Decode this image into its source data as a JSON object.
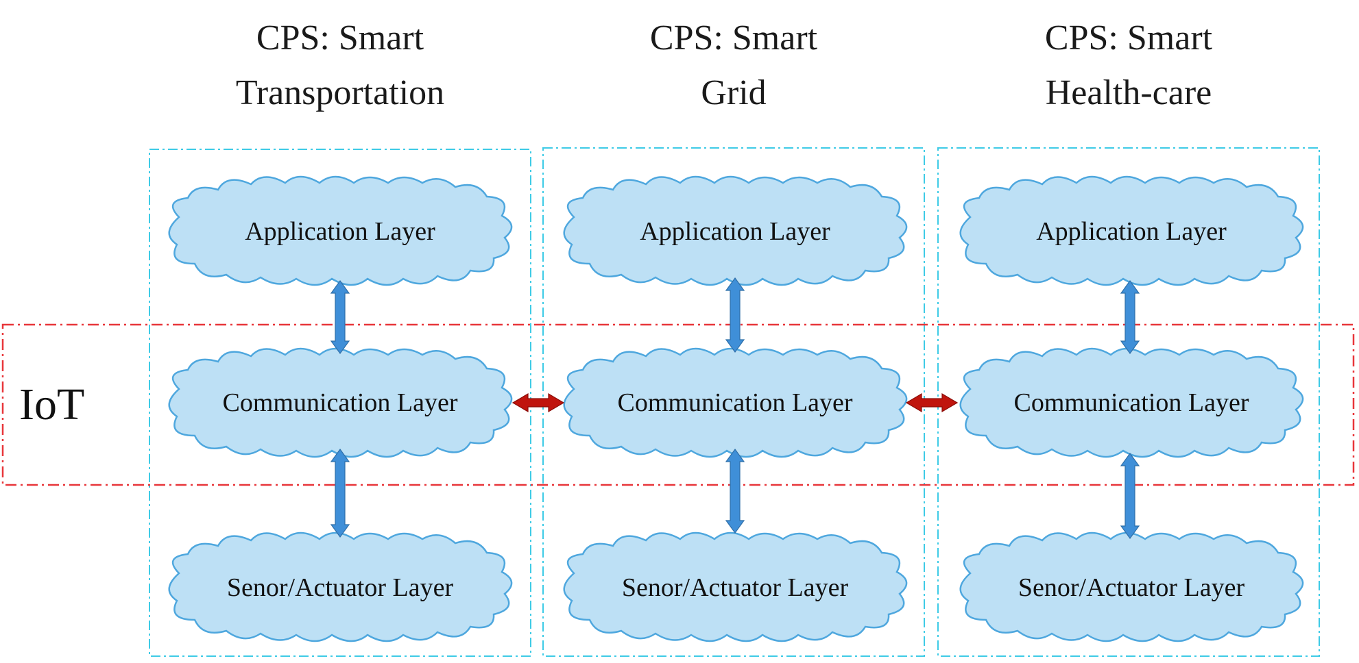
{
  "iot_label": "IoT",
  "colors": {
    "cloud_fill": "#bde0f5",
    "cloud_stroke": "#4ea7de",
    "column_frame": "#3ecbe6",
    "iot_frame": "#e8363a",
    "vertical_arrow": "#3f8fd8",
    "horizontal_arrow": "#c0150e"
  },
  "columns": [
    {
      "title_line1": "CPS: Smart",
      "title_line2": "Transportation",
      "layers": {
        "application": "Application Layer",
        "communication": "Communication Layer",
        "sensor": "Senor/Actuator Layer"
      }
    },
    {
      "title_line1": "CPS: Smart",
      "title_line2": "Grid",
      "layers": {
        "application": "Application Layer",
        "communication": "Communication Layer",
        "sensor": "Senor/Actuator Layer"
      }
    },
    {
      "title_line1": "CPS: Smart",
      "title_line2": "Health-care",
      "layers": {
        "application": "Application Layer",
        "communication": "Communication Layer",
        "sensor": "Senor/Actuator Layer"
      }
    }
  ]
}
